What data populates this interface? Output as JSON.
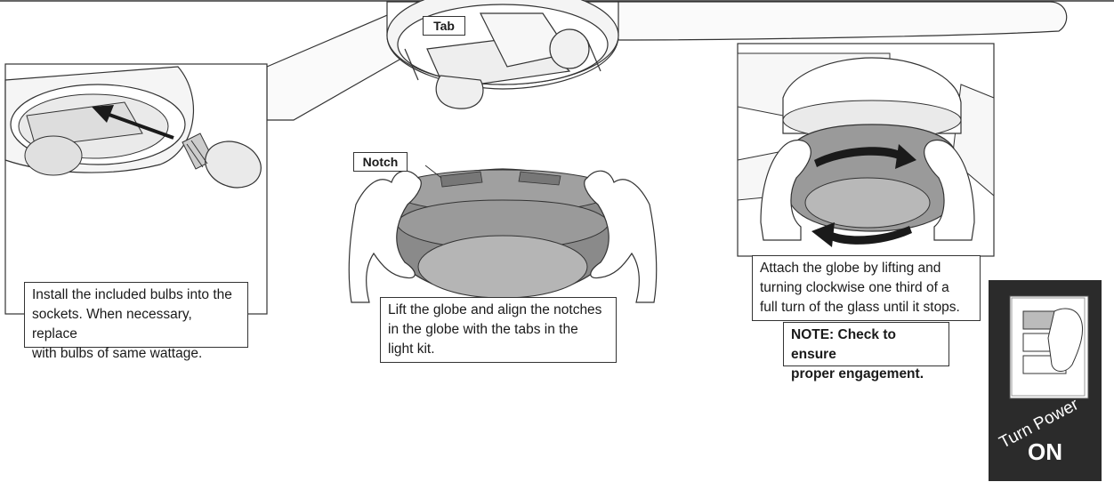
{
  "labels": {
    "tab": "Tab",
    "notch": "Notch"
  },
  "steps": {
    "bulbs": [
      "Install the included bulbs into the",
      "sockets. When necessary, replace",
      "with bulbs of same wattage."
    ],
    "align": [
      "Lift the globe and align the notches",
      "in the globe with the tabs in the",
      "light kit."
    ],
    "attach": [
      "Attach the globe by lifting and",
      "turning clockwise one third of a",
      "full turn of the glass until it stops."
    ],
    "note": [
      "NOTE: Check to ensure",
      "proper engagement."
    ]
  },
  "power": {
    "line1": "Turn Power",
    "line2": "ON"
  },
  "icons": [
    "ceiling-fan-icon",
    "bulb-icon",
    "arrow-icon",
    "hand-icon",
    "globe-icon",
    "rotate-arrow-icon",
    "light-switch-icon"
  ],
  "colors": {
    "line": "#333333",
    "globe_dark": "#8a8a8a",
    "globe_light": "#b5b5b5",
    "panel": "#2b2b2b"
  }
}
